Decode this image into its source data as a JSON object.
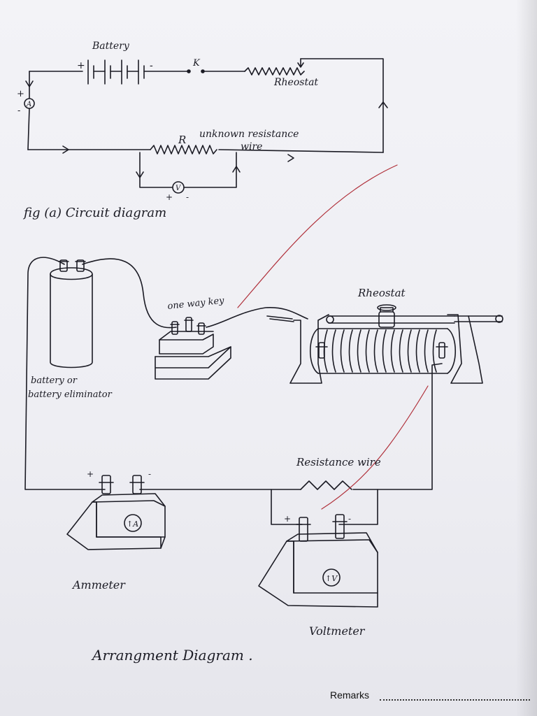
{
  "labels": {
    "battery": "Battery",
    "key": "K",
    "rheostat_circuit": "Rheostat",
    "resistor": "R",
    "unknown_resistance": "unknown resistance",
    "wire": "wire",
    "ammeter_symbol": "A",
    "voltmeter_symbol": "V",
    "plus": "+",
    "minus": "-",
    "fig_caption": "fig (a) Circuit diagram",
    "one_way_key": "one way key",
    "rheostat_arrangement": "Rheostat",
    "battery_eliminator_1": "battery or",
    "battery_eliminator_2": "battery eliminator",
    "resistance_wire": "Resistance wire",
    "ammeter": "Ammeter",
    "voltmeter": "Voltmeter",
    "ammeter_dial": "↑A",
    "voltmeter_dial": "↑V",
    "arrangement_caption": "Arrangment Diagram .",
    "remarks": "Remarks"
  },
  "colors": {
    "ink": "#1b1b24",
    "red_pen": "#b0303a",
    "paper": "#f1f1f5"
  }
}
